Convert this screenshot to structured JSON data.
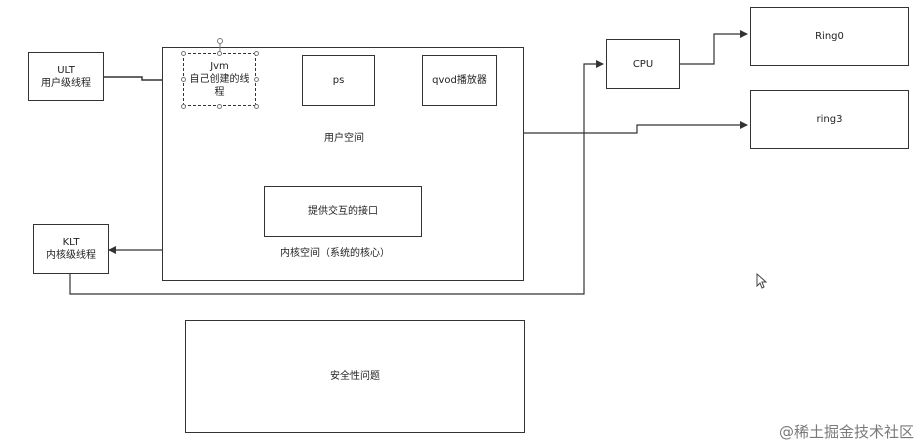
{
  "nodes": {
    "ult": {
      "line1": "ULT",
      "line2": "用户级线程"
    },
    "jvm": {
      "line1": "Jvm",
      "line2": "自己创建的线",
      "line3": "程"
    },
    "ps": {
      "label": "ps"
    },
    "qvod": {
      "label": "qvod播放器"
    },
    "user_space": {
      "label": "用户空间"
    },
    "interface": {
      "label": "提供交互的接口"
    },
    "kernel_space": {
      "label": "内核空间（系统的核心）"
    },
    "klt": {
      "line1": "KLT",
      "line2": "内核级线程"
    },
    "cpu": {
      "label": "CPU"
    },
    "ring0": {
      "label": "Ring0"
    },
    "ring3": {
      "label": "ring3"
    },
    "security": {
      "label": "安全性问题"
    }
  },
  "watermark": "@稀土掘金技术社区",
  "colors": {
    "line": "#333333",
    "watermark": "#7a7a7a"
  }
}
